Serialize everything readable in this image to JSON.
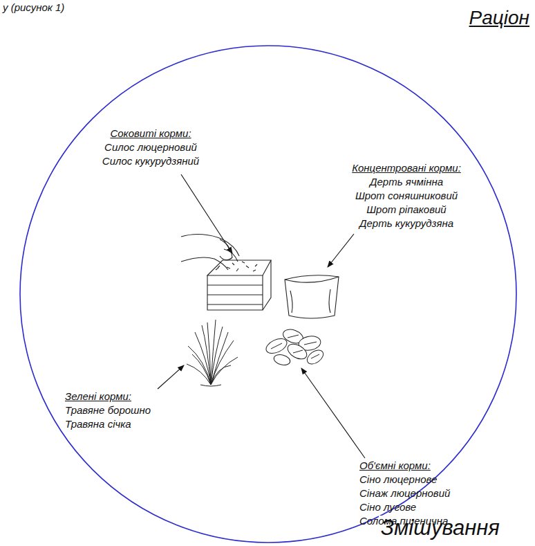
{
  "diagram": {
    "title": "Раціон",
    "nodes": [
      {
        "text": [
          "Змішування"
        ]
      }
    ],
    "labels": [
      "у (рисунок 1)",
      "Соковиті корми:",
      "Силос люцерновий",
      "Силос кукурудзяний",
      "Концентровані корми:",
      "Дерть ячмінна",
      "Шрот соняшниковий",
      "Шрот ріпаковий",
      "Дерть кукурудзяна",
      "Зелені корми:",
      "Травяне борошно",
      "Травяна січка",
      "Об'ємні корми:",
      "Сіно люцернове",
      "Сінаж люцерновий",
      "Сіно лугове",
      "Солома пшенична"
    ]
  }
}
